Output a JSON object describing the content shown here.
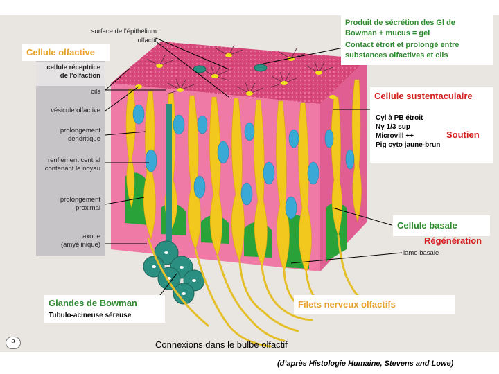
{
  "labels_left": {
    "surface": "surface de l'épithélium",
    "olfactif": "olfactif",
    "cellule_receptrice": "cellule réceptrice\nde l'olfaction",
    "cils": "cils",
    "vesicule": "vésicule olfactive",
    "prolongement_dendritique": "prolongement\ndendritique",
    "renflement": "renflement central\ncontenant le noyau",
    "prolongement_proximal": "prolongement\nproximal",
    "axone": "axone\n(amyélinique)",
    "lame_basale": "lame basale",
    "panel_letter": "a"
  },
  "callouts": {
    "cellule_olfactive": "Cellule olfactive",
    "produit_line1": "Produit de sécrétion des Gl de",
    "produit_line2": "Bowman + mucus = gel",
    "produit_line3": "Contact étroit et prolongé entre",
    "produit_line4": "substances olfactives et cils",
    "sustentaculaire_title": "Cellule sustentaculaire",
    "sustentaculaire_1": "Cyl à PB étroit",
    "sustentaculaire_2": "Ny 1/3 sup",
    "sustentaculaire_3": "Microvill ++",
    "sustentaculaire_4": "Pig cyto jaune-brun",
    "soutien": "Soutien",
    "basale_title": "Cellule basale",
    "regeneration": "Régénération",
    "bowman_title": "Glandes de Bowman",
    "bowman_sub": "Tubulo-acineuse séreuse",
    "filets": "Filets nerveux olfactifs",
    "connexions": "Connexions dans le bulbe olfactif",
    "source": "(d’après Histologie Humaine, Stevens and Lowe)"
  },
  "colors": {
    "epithelium_pink": "#f07aa6",
    "top_surface": "#d9487a",
    "yellow_cell": "#f2c81e",
    "nucleus_blue": "#3aa9d6",
    "basal_green": "#2aa23a",
    "gland_teal": "#2a8f80",
    "label_green": "#2e8b2e",
    "label_red": "#d42020"
  }
}
